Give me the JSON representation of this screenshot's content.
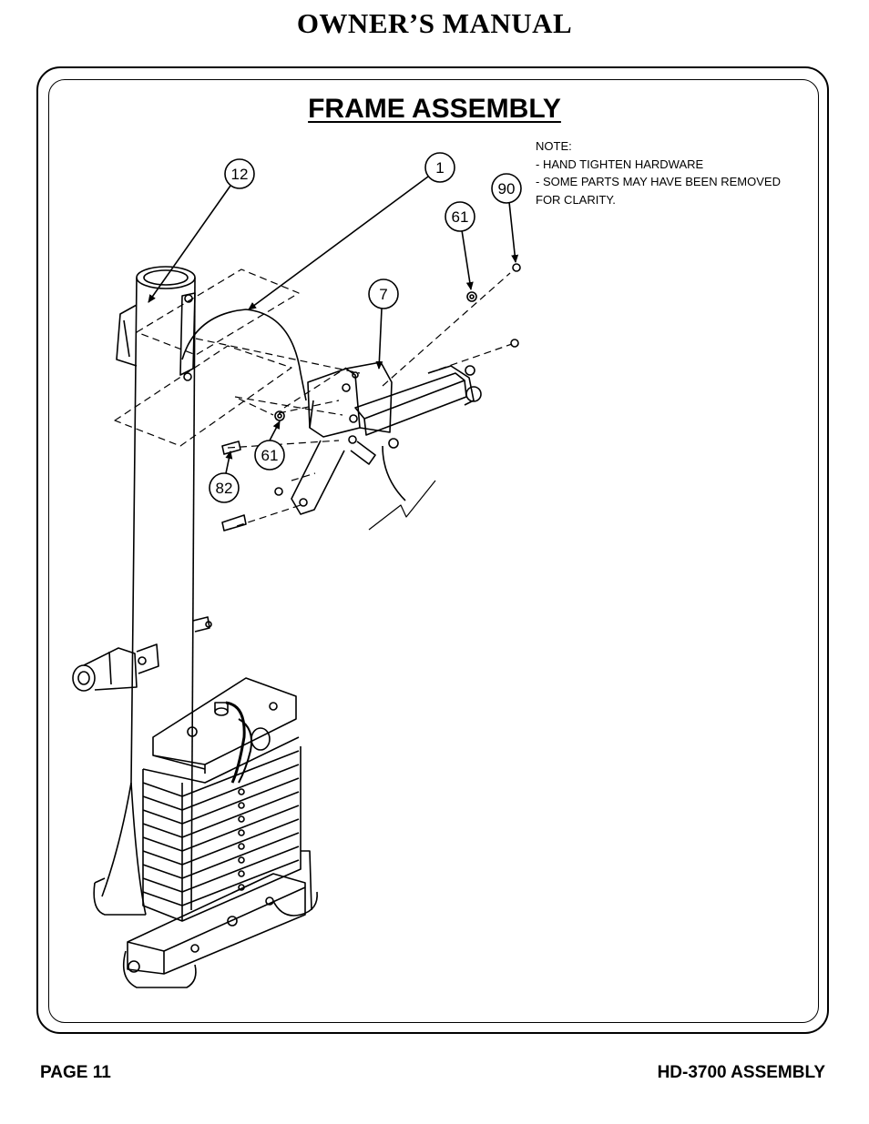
{
  "header": {
    "title": "OWNER’S MANUAL"
  },
  "section": {
    "title": "FRAME ASSEMBLY"
  },
  "note": {
    "heading": "NOTE:",
    "lines": [
      "- HAND TIGHTEN HARDWARE",
      "- SOME PARTS MAY HAVE BEEN REMOVED",
      "FOR CLARITY."
    ]
  },
  "callouts": {
    "c12": "12",
    "c1": "1",
    "c90": "90",
    "c61_top": "61",
    "c7": "7",
    "c61_bottom": "61",
    "c82": "82"
  },
  "footer": {
    "page": "PAGE 11",
    "model": "HD-3700 ASSEMBLY"
  }
}
